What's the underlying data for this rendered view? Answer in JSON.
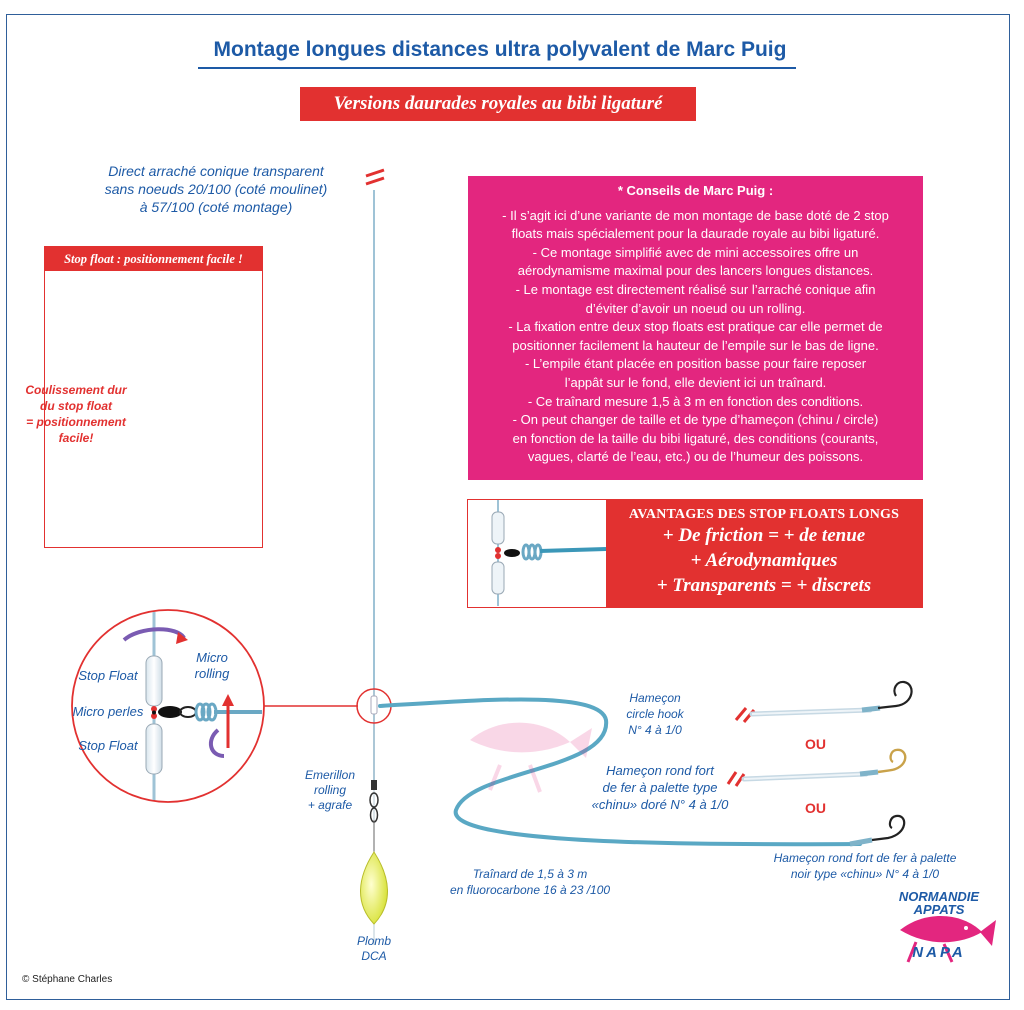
{
  "title": "Montage longues distances ultra polyvalent de Marc Puig",
  "subtitle": "Versions daurades royales au bibi ligaturé",
  "direct_label": [
    "Direct arraché conique transparent",
    "sans noeuds 20/100 (coté moulinet)",
    "à 57/100 (coté montage)"
  ],
  "stop_panel": {
    "header": "Stop float : positionnement facile !",
    "note": [
      "Coulissement dur",
      "du stop float",
      "= positionnement",
      "facile!"
    ]
  },
  "conseils": {
    "title": "* Conseils de Marc Puig :",
    "lines": [
      "- Il s’agit ici d’une variante de mon montage de base doté de 2 stop",
      "floats mais spécialement pour la daurade royale au bibi ligaturé.",
      "- Ce montage simplifié avec de mini accessoires offre un",
      "aérodynamisme maximal pour des lancers longues distances.",
      "- Le montage est directement réalisé sur l’arraché conique afin",
      "d’éviter d’avoir un noeud ou un rolling.",
      "- La fixation entre deux stop floats est pratique car elle permet de",
      "positionner facilement la hauteur de l’empile sur le bas de ligne.",
      "- L’empile étant placée en position basse pour faire  reposer",
      "l’appât sur le fond, elle devient ici un traînard.",
      "- Ce traînard mesure 1,5 à 3 m en fonction des conditions.",
      "-  On peut changer de taille et de type d’hameçon (chinu / circle)",
      "en fonction de la taille du bibi ligaturé, des conditions (courants,",
      "vagues, clarté de l’eau, etc.) ou de l’humeur des poissons."
    ]
  },
  "avantages": {
    "title": "AVANTAGES DES STOP FLOATS LONGS",
    "lines": [
      "+ De friction = + de tenue",
      "+ Aérodynamiques",
      "+ Transparents = + discrets"
    ]
  },
  "zoom_labels": {
    "stop_float_top": "Stop Float",
    "micro_rolling": [
      "Micro",
      "rolling"
    ],
    "micro_perles": "Micro perles",
    "stop_float_bottom": "Stop Float"
  },
  "emerillon": [
    "Emerillon",
    "rolling",
    "+ agrafe"
  ],
  "plomb": [
    "Plomb",
    "DCA"
  ],
  "trainard": [
    "Traînard de 1,5 à 3 m",
    "en fluorocarbone 16 à 23 /100"
  ],
  "hook1": [
    "Hameçon",
    "circle hook",
    "N° 4 à 1/0"
  ],
  "hook2": [
    "Hameçon rond fort",
    "de fer à palette type",
    "«chinu» doré N° 4 à 1/0"
  ],
  "hook3": [
    "Hameçon rond fort de fer à palette",
    "noir type «chinu» N° 4 à 1/0"
  ],
  "ou_1": "OU",
  "ou_2": "OU",
  "logo": [
    "NORMANDIE",
    "APPATS",
    "NAPA"
  ],
  "copyright": "© Stéphane Charles",
  "colors": {
    "brand_blue": "#1d5aa6",
    "red": "#e23130",
    "magenta": "#e3267f",
    "line": "#5aa8c4"
  }
}
